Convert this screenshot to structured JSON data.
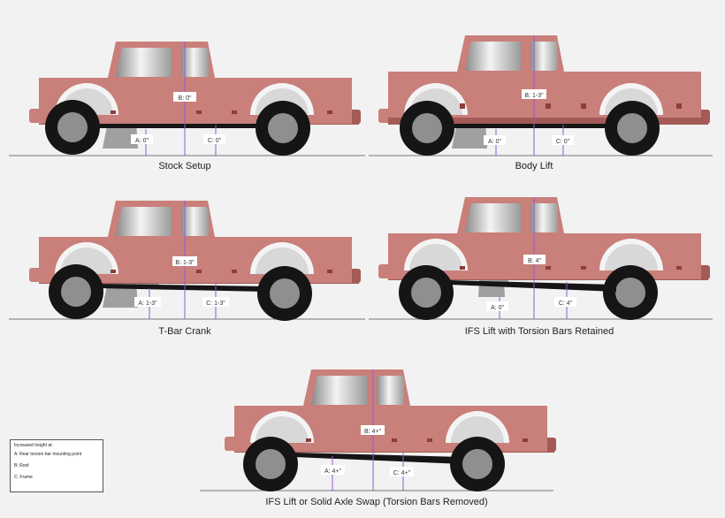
{
  "setups": [
    {
      "caption": "Stock Setup",
      "a": "A: 0\"",
      "b": "B: 0\"",
      "c": "C: 0\""
    },
    {
      "caption": "Body Lift",
      "a": "A: 0\"",
      "b": "B: 1-3\"",
      "c": "C: 0\""
    },
    {
      "caption": "T-Bar Crank",
      "a": "A: 1-3\"",
      "b": "B: 1-3\"",
      "c": "C: 1-3\""
    },
    {
      "caption": "IFS Lift with Torsion Bars Retained",
      "a": "A: 0\"",
      "b": "B: 4\"",
      "c": "C: 4\""
    },
    {
      "caption": "IFS Lift or Solid Axle Swap (Torsion Bars Removed)",
      "a": "A: 4+\"",
      "b": "B: 4+\"",
      "c": "C: 4+\""
    }
  ],
  "legend": {
    "title": "Increased height at:",
    "items": [
      "A: Rear torsion bar mounting point",
      "B: Roof",
      "C: Frame"
    ]
  },
  "colors": {
    "body": "#c97f7a",
    "body_dark": "#b56863",
    "frame": "#a45a56",
    "gray": "#a0a0a0",
    "tire": "#151515",
    "rim": "#8f8f8f",
    "measure": "#8e5bd6"
  }
}
